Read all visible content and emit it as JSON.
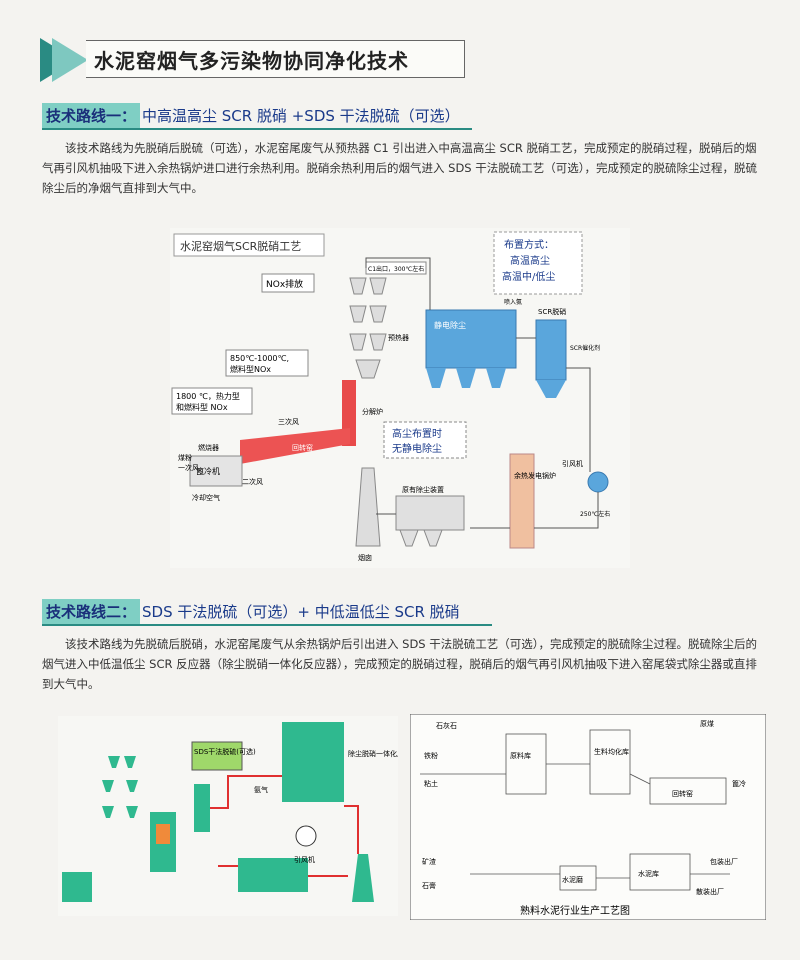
{
  "header": {
    "title": "水泥窑烟气多污染物协同净化技术"
  },
  "route1": {
    "label_hl": "技术路线一：",
    "label_rest": "中高温高尘 SCR 脱硝 +SDS 干法脱硫（可选）",
    "para": "该技术路线为先脱硝后脱硫（可选），水泥窑尾废气从预热器 C1 引出进入中高温高尘 SCR 脱硝工艺，完成预定的脱硝过程，脱硝后的烟气再引风机抽吸下进入余热锅炉进口进行余热利用。脱硝余热利用后的烟气进入 SDS 干法脱硫工艺（可选），完成预定的脱硫除尘过程，脱硫除尘后的净烟气直排到大气中。",
    "diagram": {
      "title": "水泥窑烟气SCR脱硝工艺",
      "nox": "NOx排放",
      "c1": "C1出口，300℃左右",
      "preheater": "预热器",
      "t850a": "850℃-1000℃,",
      "t850b": "燃料型NOx",
      "t1800a": "1800 ℃，热力型",
      "t1800b": "和燃料型 NOx",
      "burner": "燃烧器",
      "coal": "煤粉",
      "air1": "一次风",
      "air3": "三次风",
      "air2": "二次风",
      "kiln": "回转窑",
      "cooler": "篦冷机",
      "coolair": "冷却空气",
      "calciner": "分解炉",
      "layout_title": "布置方式：",
      "layout_l1": "高温高尘",
      "layout_l2": "高温中/低尘",
      "esp": "静电除尘",
      "ammonia": "喷入氨",
      "scr": "SCR脱硝",
      "scr_note": "SCR催化剂",
      "note_a": "高尘布置时",
      "note_b": "无静电除尘",
      "fan": "引风机",
      "t250": "250℃左右",
      "boiler": "余热发电锅炉",
      "desulf": "原有除尘装置",
      "chimney": "烟囱"
    }
  },
  "route2": {
    "label_hl": "技术路线二：",
    "label_rest": "SDS 干法脱硫（可选）+ 中低温低尘 SCR 脱硝",
    "para": "该技术路线为先脱硫后脱硝，水泥窑尾废气从余热锅炉后引出进入 SDS 干法脱硫工艺（可选），完成预定的脱硫除尘过程。脱硫除尘后的烟气进入中低温低尘 SCR 反应器（除尘脱硝一体化反应器），完成预定的脱硝过程，脱硝后的烟气再引风机抽吸下进入窑尾袋式除尘器或直排到大气中。",
    "diagram_left": {
      "sds": "SDS干法脱硫(可选)",
      "ammonia": "氨气",
      "reactor": "除尘脱硝一体化反应器",
      "fan": "引风机"
    },
    "diagram_right": {
      "caption": "熟料水泥行业生产工艺图",
      "limestone": "石灰石",
      "coal": "铁粉",
      "clay": "粘土",
      "raw": "原料库",
      "raw2": "生料均化库",
      "fuel": "原煤",
      "kiln": "回转窑",
      "cooler": "篦冷",
      "gypsum": "矿渣",
      "gypsum2": "石膏",
      "mill": "水泥磨",
      "cement": "水泥库",
      "pack": "包装出厂",
      "bulk": "散装出厂"
    }
  }
}
